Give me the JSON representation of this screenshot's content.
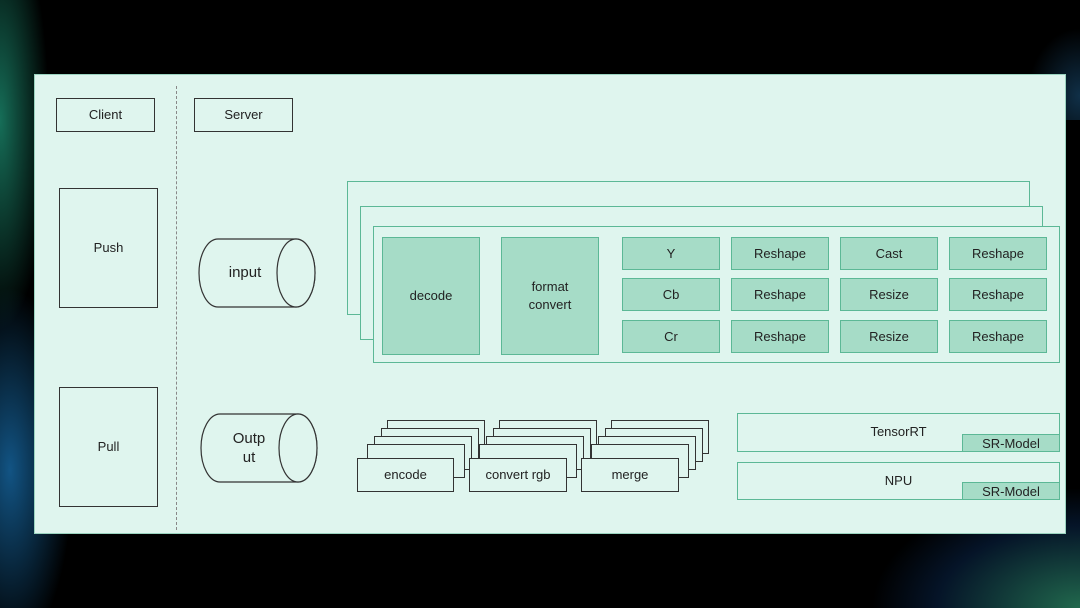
{
  "client": {
    "header": "Client",
    "push": "Push",
    "pull": "Pull"
  },
  "server": {
    "header": "Server",
    "input": "input",
    "output": "Outp\nut"
  },
  "pipeline": {
    "decode": "decode",
    "format_convert": "format\nconvert",
    "rows": [
      [
        "Y",
        "Reshape",
        "Cast",
        "Reshape"
      ],
      [
        "Cb",
        "Reshape",
        "Resize",
        "Reshape"
      ],
      [
        "Cr",
        "Reshape",
        "Resize",
        "Reshape"
      ]
    ]
  },
  "post": {
    "encode": "encode",
    "convert_rgb": "convert rgb",
    "merge": "merge"
  },
  "backends": [
    {
      "name": "TensorRT",
      "model": "SR-Model"
    },
    {
      "name": "NPU",
      "model": "SR-Model"
    }
  ]
}
